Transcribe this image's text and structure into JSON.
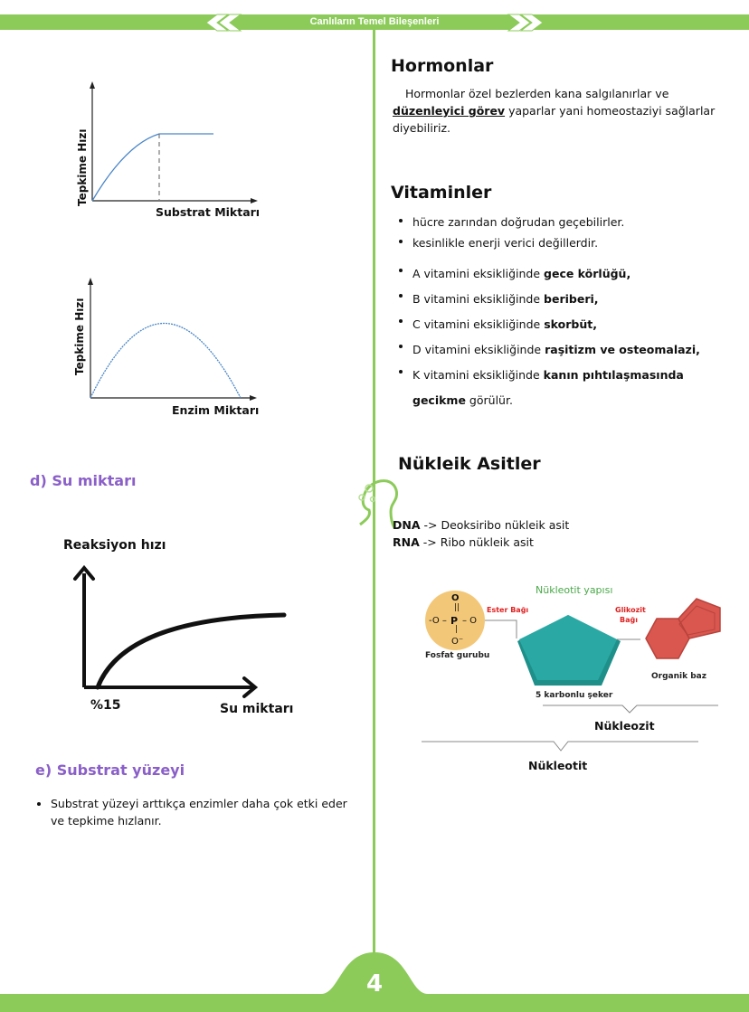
{
  "header": {
    "title": "Canlıların Temel Bileşenleri"
  },
  "page": {
    "number": "4"
  },
  "left": {
    "graph1": {
      "ylabel": "Tepkime Hızı",
      "xlabel": "Substrat Miktarı"
    },
    "graph2": {
      "ylabel": "Tepkime Hızı",
      "xlabel": "Enzim Miktarı"
    },
    "section_d": {
      "title": "d) Su miktarı",
      "ylabel": "Reaksiyon hızı",
      "xlabel": "Su miktarı",
      "x_marker": "%15"
    },
    "section_e": {
      "title": "e) Substrat yüzeyi",
      "bullet": "Substrat yüzeyi arttıkça enzimler daha çok etki eder ve tepkime hızlanır."
    }
  },
  "right": {
    "hormonlar": {
      "title": "Hormonlar",
      "p_part1": "Hormonlar özel bezlerden kana salgılanırlar ve",
      "p_bold": "düzenleyici görev",
      "p_part2": "yaparlar yani homeostaziyi sağlarlar diyebiliriz."
    },
    "vitaminler": {
      "title": "Vitaminler",
      "general": [
        "hücre zarından doğrudan geçebilirler.",
        "kesinlikle enerji verici değillerdir."
      ],
      "deficiencies": [
        {
          "prefix": "A vitamini eksikliğinde",
          "bold": "gece körlüğü,",
          "suffix": ""
        },
        {
          "prefix": "B vitamini eksikliğinde",
          "bold": "beriberi,",
          "suffix": ""
        },
        {
          "prefix": "C vitamini eksikliğinde",
          "bold": "skorbüt,",
          "suffix": ""
        },
        {
          "prefix": "D vitamini eksikliğinde",
          "bold": "raşitizm ve osteomalazi,",
          "suffix": ""
        },
        {
          "prefix": "K vitamini eksikliğinde",
          "bold": "kanın pıhtılaşmasında gecikme",
          "suffix": "görülür."
        }
      ]
    },
    "nukleik": {
      "title": "Nükleik Asitler",
      "dna_abbr": "DNA",
      "dna_text": "-> Deoksiribo nükleik asit",
      "rna_abbr": "RNA",
      "rna_text": "-> Ribo nükleik asit",
      "diagram": {
        "title": "Nükleotit yapısı",
        "phosphate_O": "O",
        "phosphate_P": "P",
        "phosphate_label": "Fosfat gurubu",
        "ester_label": "Ester Bağı",
        "glycoside_label_1": "Glikozit",
        "glycoside_label_2": "Bağı",
        "sugar_label": "5 karbonlu şeker",
        "base_label": "Organik baz",
        "nucleoside_label": "Nükleozit",
        "nucleotide_label": "Nükleotit"
      }
    }
  },
  "colors": {
    "accent_green": "#8ccb5a",
    "heading_purple": "#8a5fc8",
    "curve_blue": "#4a86c8",
    "pentagon_teal": "#2aa9a4",
    "base_red": "#d9574f",
    "phosphate_yellow": "#f3c778",
    "diagram_red_text": "#e02020",
    "diagram_green_text": "#4aa84a"
  }
}
